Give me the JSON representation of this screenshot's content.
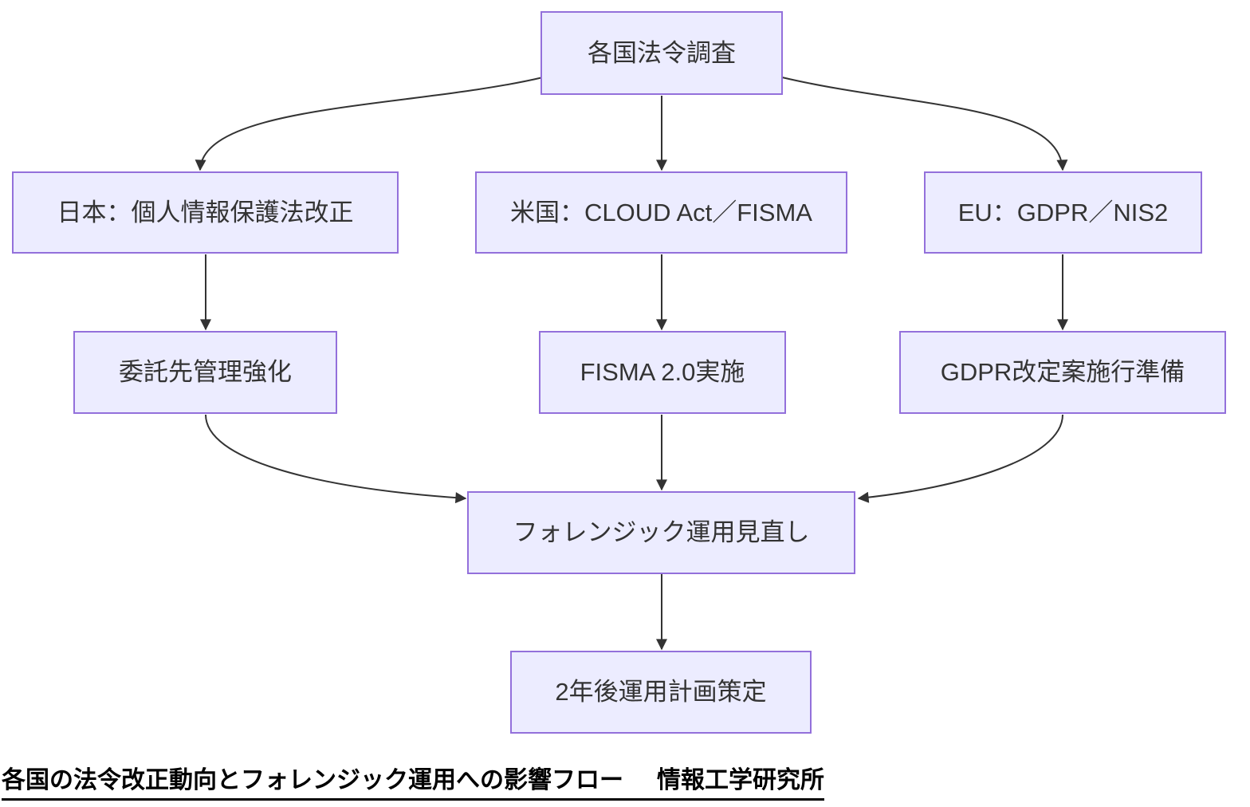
{
  "diagram": {
    "nodes": {
      "survey": {
        "label": "各国法令調査"
      },
      "japan": {
        "label": "日本：個人情報保護法改正"
      },
      "usa": {
        "label": "米国：CLOUD Act／FISMA"
      },
      "eu": {
        "label": "EU：GDPR／NIS2"
      },
      "outsourcing": {
        "label": "委託先管理強化"
      },
      "fisma20": {
        "label": "FISMA 2.0実施"
      },
      "gdprprep": {
        "label": "GDPR改定案施行準備"
      },
      "forensics": {
        "label": "フォレンジック運用見直し"
      },
      "plan2y": {
        "label": "2年後運用計画策定"
      }
    },
    "edges": [
      {
        "from": "survey",
        "to": "japan"
      },
      {
        "from": "survey",
        "to": "usa"
      },
      {
        "from": "survey",
        "to": "eu"
      },
      {
        "from": "japan",
        "to": "outsourcing"
      },
      {
        "from": "usa",
        "to": "fisma20"
      },
      {
        "from": "eu",
        "to": "gdprprep"
      },
      {
        "from": "outsourcing",
        "to": "forensics"
      },
      {
        "from": "fisma20",
        "to": "forensics"
      },
      {
        "from": "gdprprep",
        "to": "forensics"
      },
      {
        "from": "forensics",
        "to": "plan2y"
      }
    ],
    "caption": {
      "title": "各国の法令改正動向とフォレンジック運用への影響フロー",
      "org": "情報工学研究所"
    },
    "colors": {
      "node_fill": "#ECECFF",
      "node_border": "#9370DB",
      "edge": "#333333",
      "node_text": "#333333",
      "caption_text": "#000000"
    }
  }
}
